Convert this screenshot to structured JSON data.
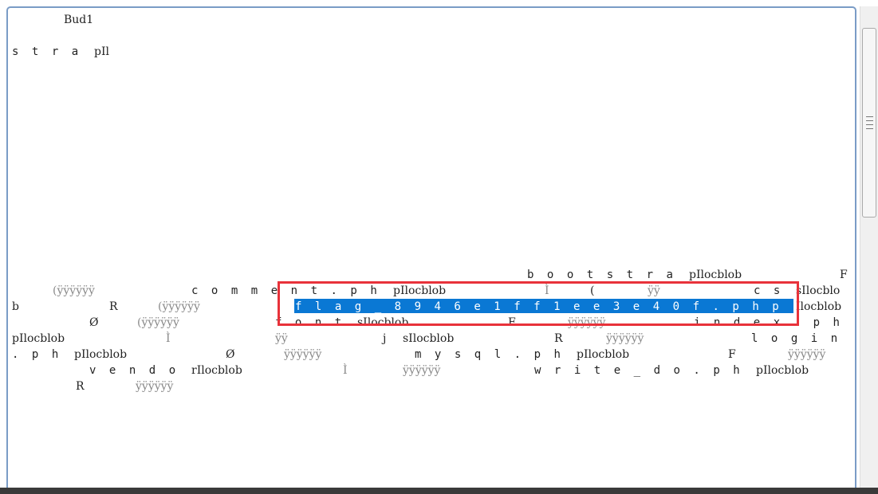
{
  "header": {
    "signature": "Bud1",
    "line2a": "stra",
    "line2b": "pIl"
  },
  "rows": [
    [
      "bootstra",
      "pIlocblob",
      "F"
    ],
    [
      "(ÿÿÿÿÿÿ",
      "comment.ph",
      "pIlocblob",
      "Ì",
      "(",
      "ÿÿ",
      "cs",
      "sIlocblo"
    ],
    [
      "b",
      "R",
      "(ÿÿÿÿÿÿ",
      "flag_8946e1ff1ee3e40f.php",
      "Ilocblob"
    ],
    [
      "Ø",
      "(ÿÿÿÿÿÿ",
      "font",
      "sIlocblob",
      "F",
      "ÿÿÿÿÿÿ",
      "index.ph"
    ],
    [
      "pIlocblob",
      "Ì",
      "ÿÿ",
      "j",
      "sIlocblob",
      "R",
      "ÿÿÿÿÿÿ",
      "login"
    ],
    [
      ".ph",
      "pIlocblob",
      "Ø",
      "ÿÿÿÿÿÿ",
      "mysql.ph",
      "pIlocblob",
      "F",
      "ÿÿÿÿÿÿ"
    ],
    [
      "vendo",
      "rIlocblob",
      "Ì",
      "ÿÿÿÿÿÿ",
      "write_do.ph",
      "pIlocblob"
    ],
    [
      "R",
      "ÿÿÿÿÿÿ"
    ]
  ],
  "highlight_text": "flag_8946e1ff1ee3e40f.php"
}
